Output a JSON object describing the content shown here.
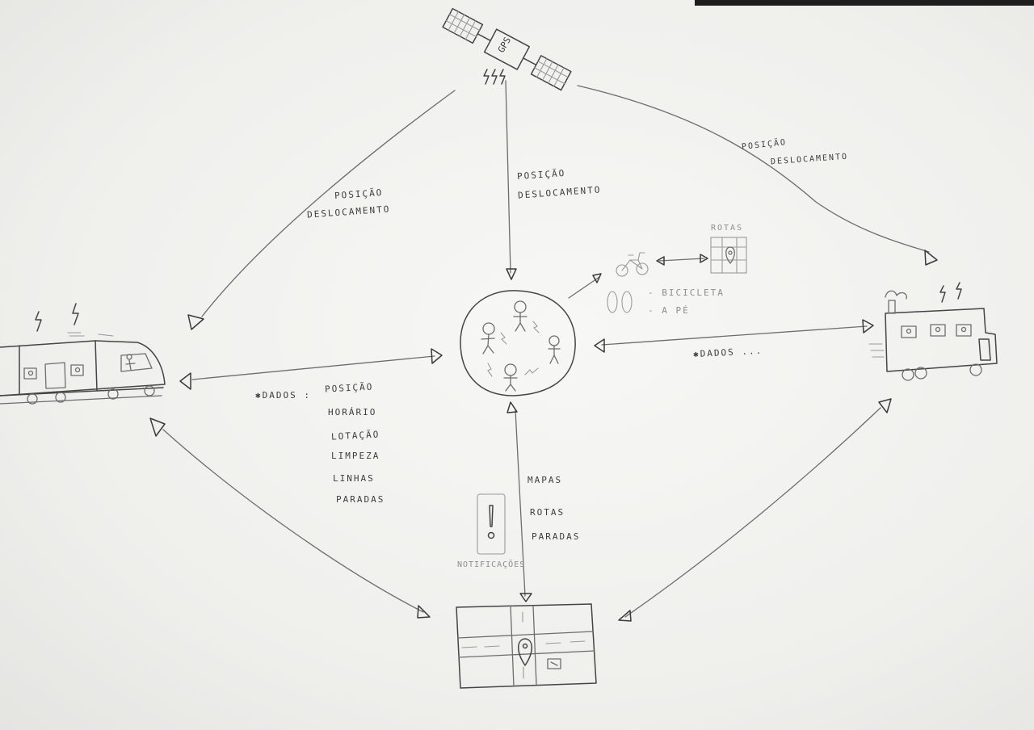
{
  "satellite": {
    "label": "GPS"
  },
  "links": {
    "sat_to_train": [
      "POSIÇÃO",
      "DESLOCAMENTO"
    ],
    "sat_to_center": [
      "POSIÇÃO",
      "DESLOCAMENTO"
    ],
    "sat_to_bus": [
      "POSIÇÃO",
      "DESLOCAMENTO"
    ],
    "train_center": {
      "prefix": "✱DADOS :",
      "items": [
        "POSIÇÃO",
        "HORÁRIO",
        "LOTAÇÃO",
        "LIMPEZA",
        "LINHAS",
        "PARADAS"
      ]
    },
    "bus_center": {
      "label": "✱DADOS ..."
    },
    "center_map": [
      "MAPAS",
      "ROTAS",
      "PARADAS"
    ]
  },
  "mobility": {
    "routes_label": "ROTAS",
    "options": [
      "- BICICLETA",
      "- A PÉ"
    ]
  },
  "notifications": {
    "label": "NOTIFICAÇÕES"
  },
  "colors": {
    "pencil": "#3d3d3d",
    "paper": "#f1f1ef"
  }
}
